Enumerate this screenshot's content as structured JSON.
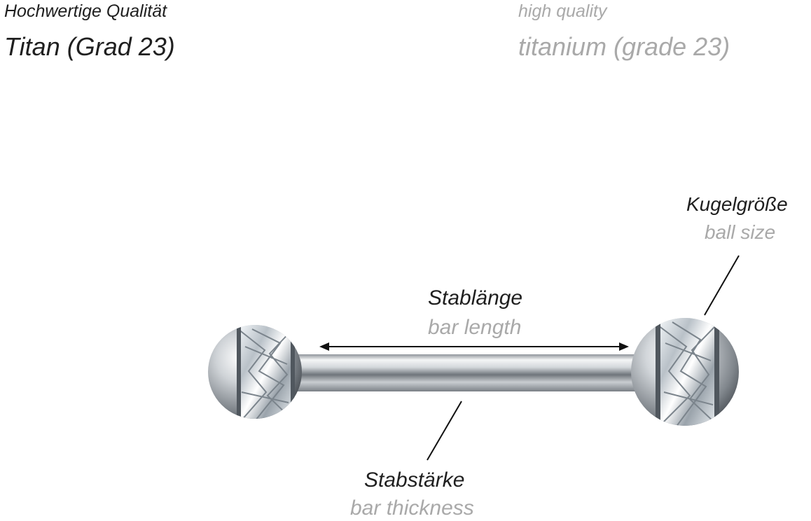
{
  "header": {
    "quality_de": "Hochwertige Qualität",
    "material_de": "Titan (Grad 23)",
    "quality_en": "high quality",
    "material_en": "titanium (grade 23)"
  },
  "labels": {
    "ball_size_de": "Kugelgröße",
    "ball_size_en": "ball size",
    "bar_length_de": "Stablänge",
    "bar_length_en": "bar length",
    "bar_thickness_de": "Stabstärke",
    "bar_thickness_en": "bar thickness"
  },
  "colors": {
    "german_text": "#1f1f1f",
    "english_text": "#a9a9a9",
    "metal": "#c8ccd0",
    "crystal": "#e8eef2"
  }
}
